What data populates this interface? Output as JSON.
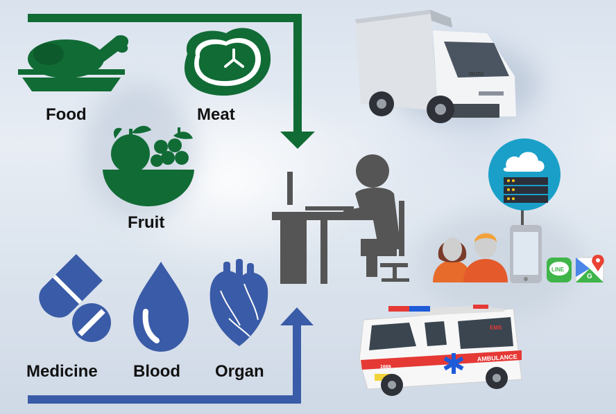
{
  "labels": {
    "food": "Food",
    "meat": "Meat",
    "fruit": "Fruit",
    "medicine": "Medicine",
    "blood": "Blood",
    "organ": "Organ"
  },
  "vehicles": {
    "truck_brand": "ISUZU",
    "ambulance_text": "AMBULANCE",
    "ambulance_ems": "EMS",
    "ambulance_hotline": "1669"
  },
  "apps": {
    "line_label": "LINE",
    "maps_label": "G"
  },
  "colors": {
    "green": "#116b35",
    "blue": "#3a5ba7",
    "gray": "#555555",
    "cloud_teal": "#1aa0c8",
    "person_orange": "#f07a2a",
    "line_green": "#3fb549"
  }
}
